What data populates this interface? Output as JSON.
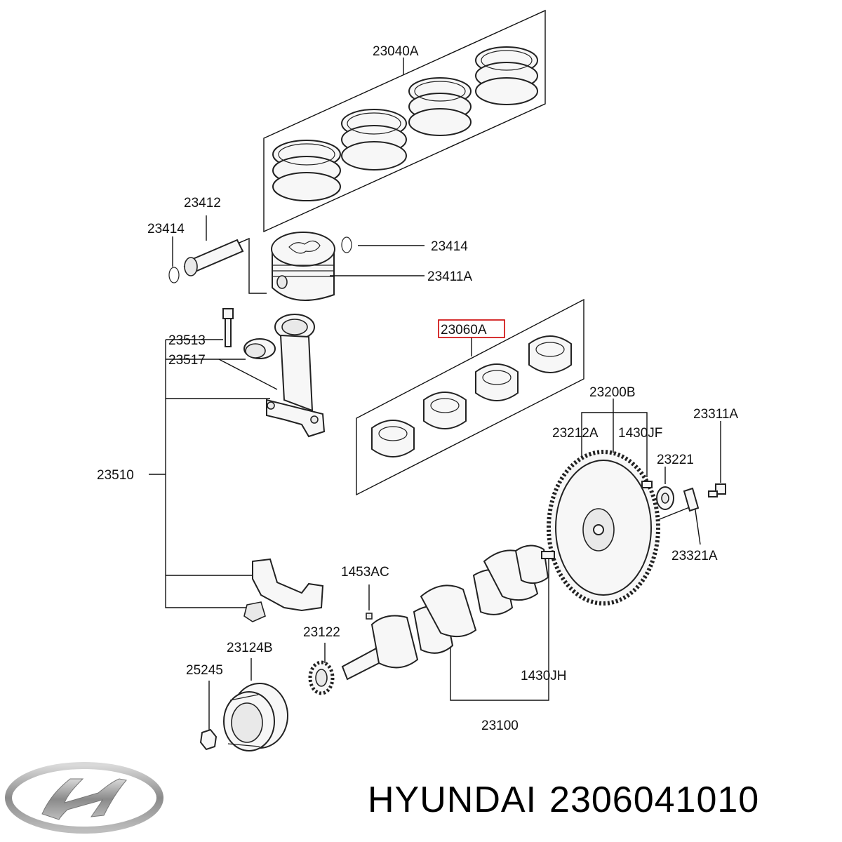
{
  "brand": "HYUNDAI",
  "part_number": "2306041010",
  "highlight_color": "#cc0000",
  "logo_icon": "hyundai-logo",
  "labels": {
    "rings": "23040A",
    "pin": "23412",
    "snap_ring_left": "23414",
    "snap_ring_right": "23414",
    "piston": "23411A",
    "bolt": "23513",
    "bushing": "23517",
    "bearing_set": "23060A",
    "conrod": "23510",
    "flywheel": "23200B",
    "ring_gear": "23212A",
    "dowel_flywheel": "1430JF",
    "bolt_flywheel": "23311A",
    "pilot_bearing": "23221",
    "washer_plate": "23321A",
    "key": "1453AC",
    "sprocket": "23122",
    "pulley": "23124B",
    "nut": "25245",
    "dowel_crank": "1430JH",
    "crankshaft": "23100"
  }
}
